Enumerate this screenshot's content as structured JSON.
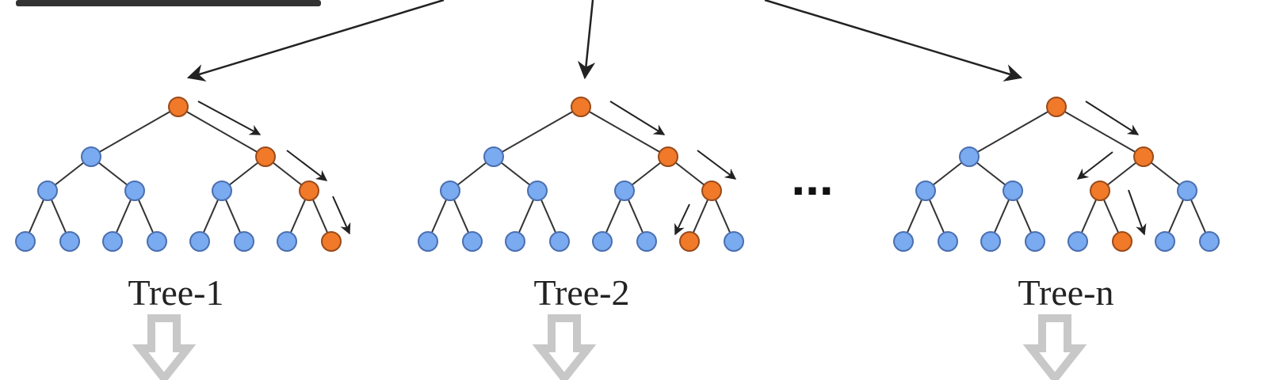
{
  "diagram": {
    "ellipsis": "...",
    "trees": [
      {
        "label": "Tree-1",
        "path": [
          "root",
          "R",
          "RR",
          "RRR"
        ]
      },
      {
        "label": "Tree-2",
        "path": [
          "root",
          "R",
          "RR",
          "RRL"
        ]
      },
      {
        "label": "Tree-n",
        "path": [
          "root",
          "R",
          "RL",
          "RLR"
        ]
      }
    ]
  },
  "colors": {
    "node_default": "#7aaaf0",
    "node_path": "#f07a2a",
    "edge": "#333333",
    "output_arrow": "#c8c8c8"
  }
}
